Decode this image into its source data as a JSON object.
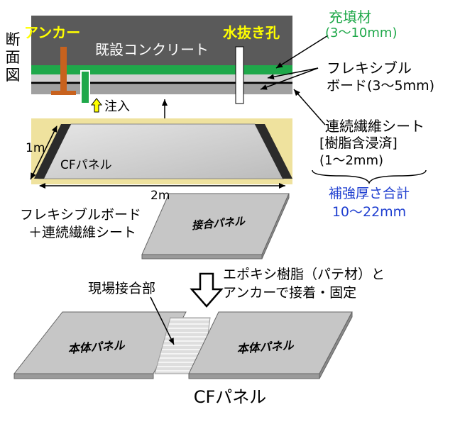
{
  "section_label_lines": [
    "断",
    "面",
    "図"
  ],
  "anchor": "アンカー",
  "existing_concrete": "既設コンクリート",
  "drain_hole": "水抜き孔",
  "filler": {
    "name": "充填材",
    "thickness": "(3〜10mm)"
  },
  "flexible_board": {
    "line1": "フレキシブル",
    "line2": "ボード(3〜5mm)"
  },
  "fiber_sheet": {
    "line1": "連続繊維シート",
    "line2": "[樹脂含浸済]",
    "line3": "(1〜2mm)"
  },
  "injection": "注入",
  "cf_panel_top": "CFパネル",
  "dim_1m": "1m",
  "dim_2m": "2m",
  "total": {
    "line1": "補強厚さ合計",
    "line2": "10〜22mm"
  },
  "composite": {
    "line1": "フレキシブルボード",
    "line2": "＋連続繊維シート"
  },
  "joint_panel": "接合パネル",
  "bonding": {
    "line1": "エポキシ樹脂（パテ材）と",
    "line2": "アンカーで接着・固定"
  },
  "field_joint": "現場接合部",
  "main_panel_left": "本体パネル",
  "main_panel_right": "本体パネル",
  "cf_panel_bottom": "CFパネル",
  "colors": {
    "concrete": "#5a5a5a",
    "filler": "#1fa84a",
    "board": "#a0a0a0",
    "anchor": "#c8621e",
    "yellow_label": "#ffff00",
    "panel_bg": "#efe29e",
    "total_text": "#1f3fd0"
  }
}
